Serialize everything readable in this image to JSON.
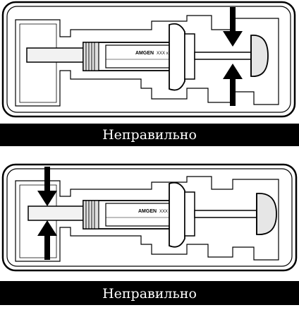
{
  "panels": [
    {
      "label_brand": "AMGEN",
      "label_code": "XXX xx",
      "caption": "Неправильно"
    },
    {
      "label_brand": "AMGEN",
      "label_code": "XXX xx",
      "caption": "Неправильно"
    }
  ]
}
